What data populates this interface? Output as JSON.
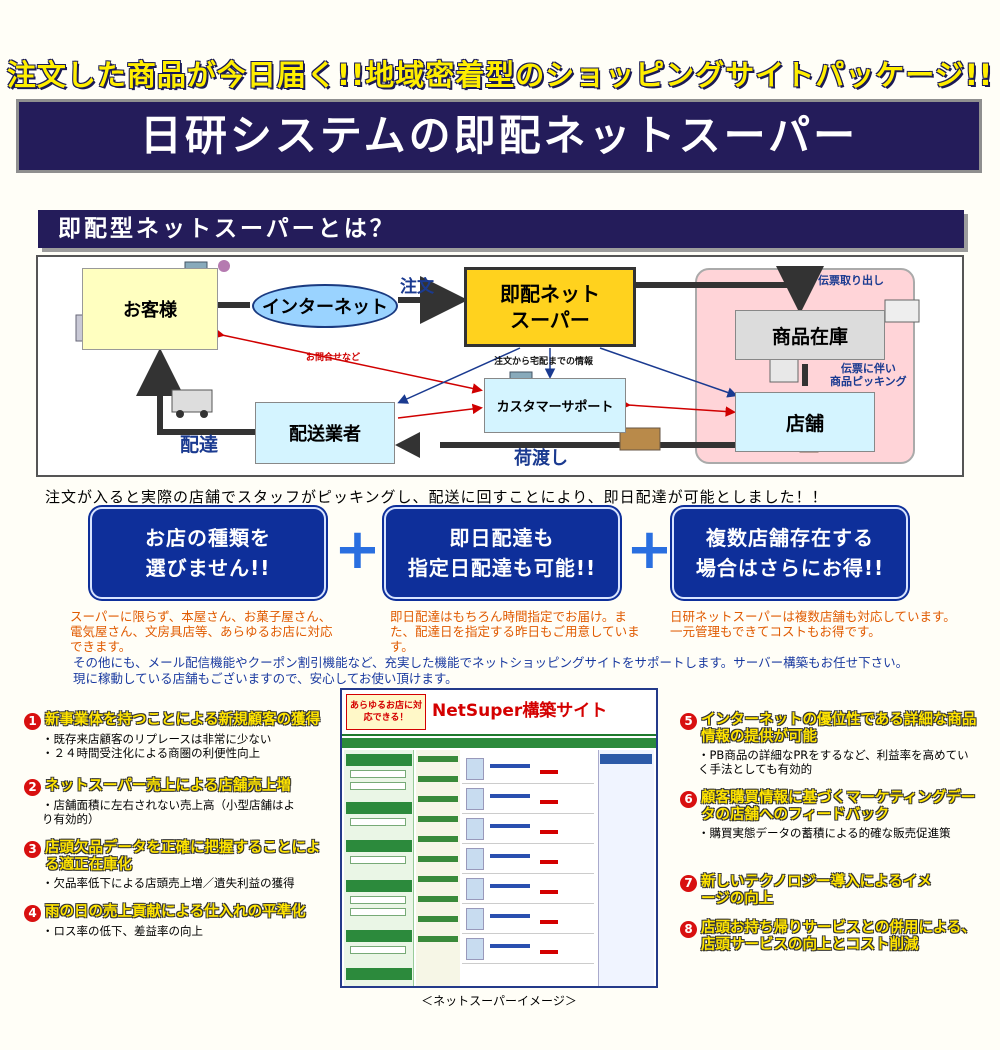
{
  "header": {
    "catch": "注文した商品が今日届く!!地域密着型のショッピングサイトパッケージ!!",
    "title": "日研システムの即配ネットスーパー"
  },
  "section": {
    "title": "即配型ネットスーパーとは？"
  },
  "diagram": {
    "customer": "お客様",
    "internet": "インターネット",
    "order": "注文",
    "shop_line1": "即配ネット",
    "shop_line2": "スーパー",
    "slip": "伝票取り出し",
    "stock": "商品在庫",
    "picking_line1": "伝票に伴い",
    "picking_line2": "商品ピッキング",
    "info": "注文から宅配までの情報",
    "inquiry": "お問合せなど",
    "support": "カスタマーサポート",
    "store": "店舗",
    "delivery_company": "配送業者",
    "delivery": "配達",
    "handover": "荷渡し"
  },
  "summary": "注文が入ると実際の店舗でスタッフがピッキングし、配送に回すことにより、即日配達が可能としました！！",
  "features": [
    {
      "line1": "お店の種類を",
      "line2": "選びません!!",
      "desc": "スーパーに限らず、本屋さん、お菓子屋さん、電気屋さん、文房具店等、あらゆるお店に対応できます。"
    },
    {
      "line1": "即日配達も",
      "line2": "指定日配達も可能!!",
      "desc": "即日配達はもちろん時間指定でお届け。また、配達日を指定する昨日もご用意しています。"
    },
    {
      "line1": "複数店舗存在する",
      "line2": "場合はさらにお得!!",
      "desc": "日研ネットスーパーは複数店舗も対応しています。一元管理もできてコストもお得です。"
    }
  ],
  "plus": "+",
  "note_line1": "その他にも、メール配信機能やクーポン割引機能など、充実した機能でネットショッピングサイトをサポートします。サーバー構築もお任せ下さい。",
  "note_line2": "現に稼動している店舗もございますので、安心してお使い頂けます。",
  "benefits": [
    {
      "num": "1",
      "title": "新事業体を持つことによる新規顧客の獲得",
      "body": [
        "・既存来店顧客のリプレースは非常に少ない",
        "・２４時間受注化による商圏の利便性向上"
      ]
    },
    {
      "num": "2",
      "title": "ネットスーパー売上による店舗売上増",
      "body": [
        "・店舗面積に左右されない売上高（小型店舗はより有効的）"
      ]
    },
    {
      "num": "3",
      "title": "店頭欠品データを正確に把握することによる適正在庫化",
      "body": [
        "・欠品率低下による店頭売上増／遺失利益の獲得"
      ]
    },
    {
      "num": "4",
      "title": "雨の日の売上貢献による仕入れの平準化",
      "body": [
        "・ロス率の低下、差益率の向上"
      ]
    },
    {
      "num": "5",
      "title": "インターネットの優位性である詳細な商品情報の提供が可能",
      "body": [
        "・PB商品の詳細なPRをするなど、利益率を高めていく手法としても有効的"
      ]
    },
    {
      "num": "6",
      "title": "顧客購買情報に基づくマーケティングデータの店舗へのフィードバック",
      "body": [
        "・購買実態データの蓄積による的確な販売促進策"
      ]
    },
    {
      "num": "7",
      "title": "新しいテクノロジー導入によるイメージの向上",
      "body": []
    },
    {
      "num": "8",
      "title": "店頭お持ち帰りサービスとの併用による、店頭サービスの向上とコスト削減",
      "body": []
    }
  ],
  "screenshot": {
    "logo": "あらゆるお店に対応できる！",
    "title": "NetSuper構築サイト",
    "caption": "＜ネットスーパーイメージ＞"
  },
  "colors": {
    "navy": "#241c5a",
    "yellow": "#ffee00",
    "blue_box": "#0e2f9a",
    "orange_text": "#e05a00",
    "red_num": "#d81010"
  }
}
